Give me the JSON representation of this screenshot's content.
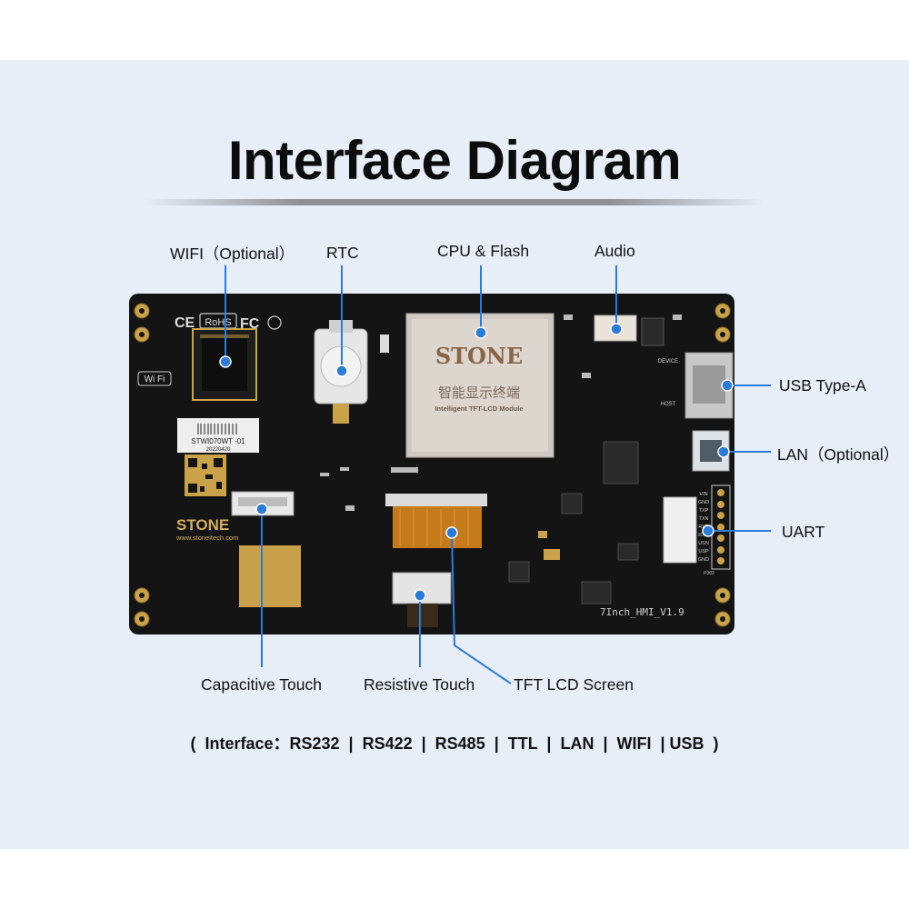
{
  "title": "Interface Diagram",
  "labels": {
    "wifi": "WIFI（Optional）",
    "rtc": "RTC",
    "cpu": "CPU & Flash",
    "audio": "Audio",
    "usb": "USB Type-A",
    "lan": "LAN（Optional）",
    "uart": "UART",
    "capacitive": "Capacitive Touch",
    "resistive": "Resistive Touch",
    "tft": "TFT LCD Screen"
  },
  "footer": "(  Interface：RS232  |  RS422  |  RS485  |  TTL  |  LAN  |  WIFI  | USB  )",
  "board": {
    "chip_brand": "STONE",
    "chip_cn": "智能显示终端",
    "chip_en": "Intelligent TFT-LCD Module",
    "sticker_code": "STWI070WT -01",
    "sticker_date": "20220420",
    "brand_logo": "STONE",
    "website": "www.stoneitech.com",
    "version": "7Inch_HMI_V1.9",
    "cert_ce": "CE",
    "cert_rohs": "RoHS",
    "cert_fc": "FC",
    "wifi_badge": "Wi Fi",
    "uart_pins": [
      "VIN",
      "GND",
      "TXP",
      "TXN",
      "RXP",
      "RXN",
      "USN",
      "USP",
      "GND"
    ],
    "device_label": "DEVICE",
    "host_label": "HOST",
    "p302": "P302"
  },
  "colors": {
    "accent": "#2b7bd8",
    "background": "#e7eef8",
    "board": "#141414"
  },
  "icons": [
    "pcb-board-image",
    "callout-dot"
  ]
}
